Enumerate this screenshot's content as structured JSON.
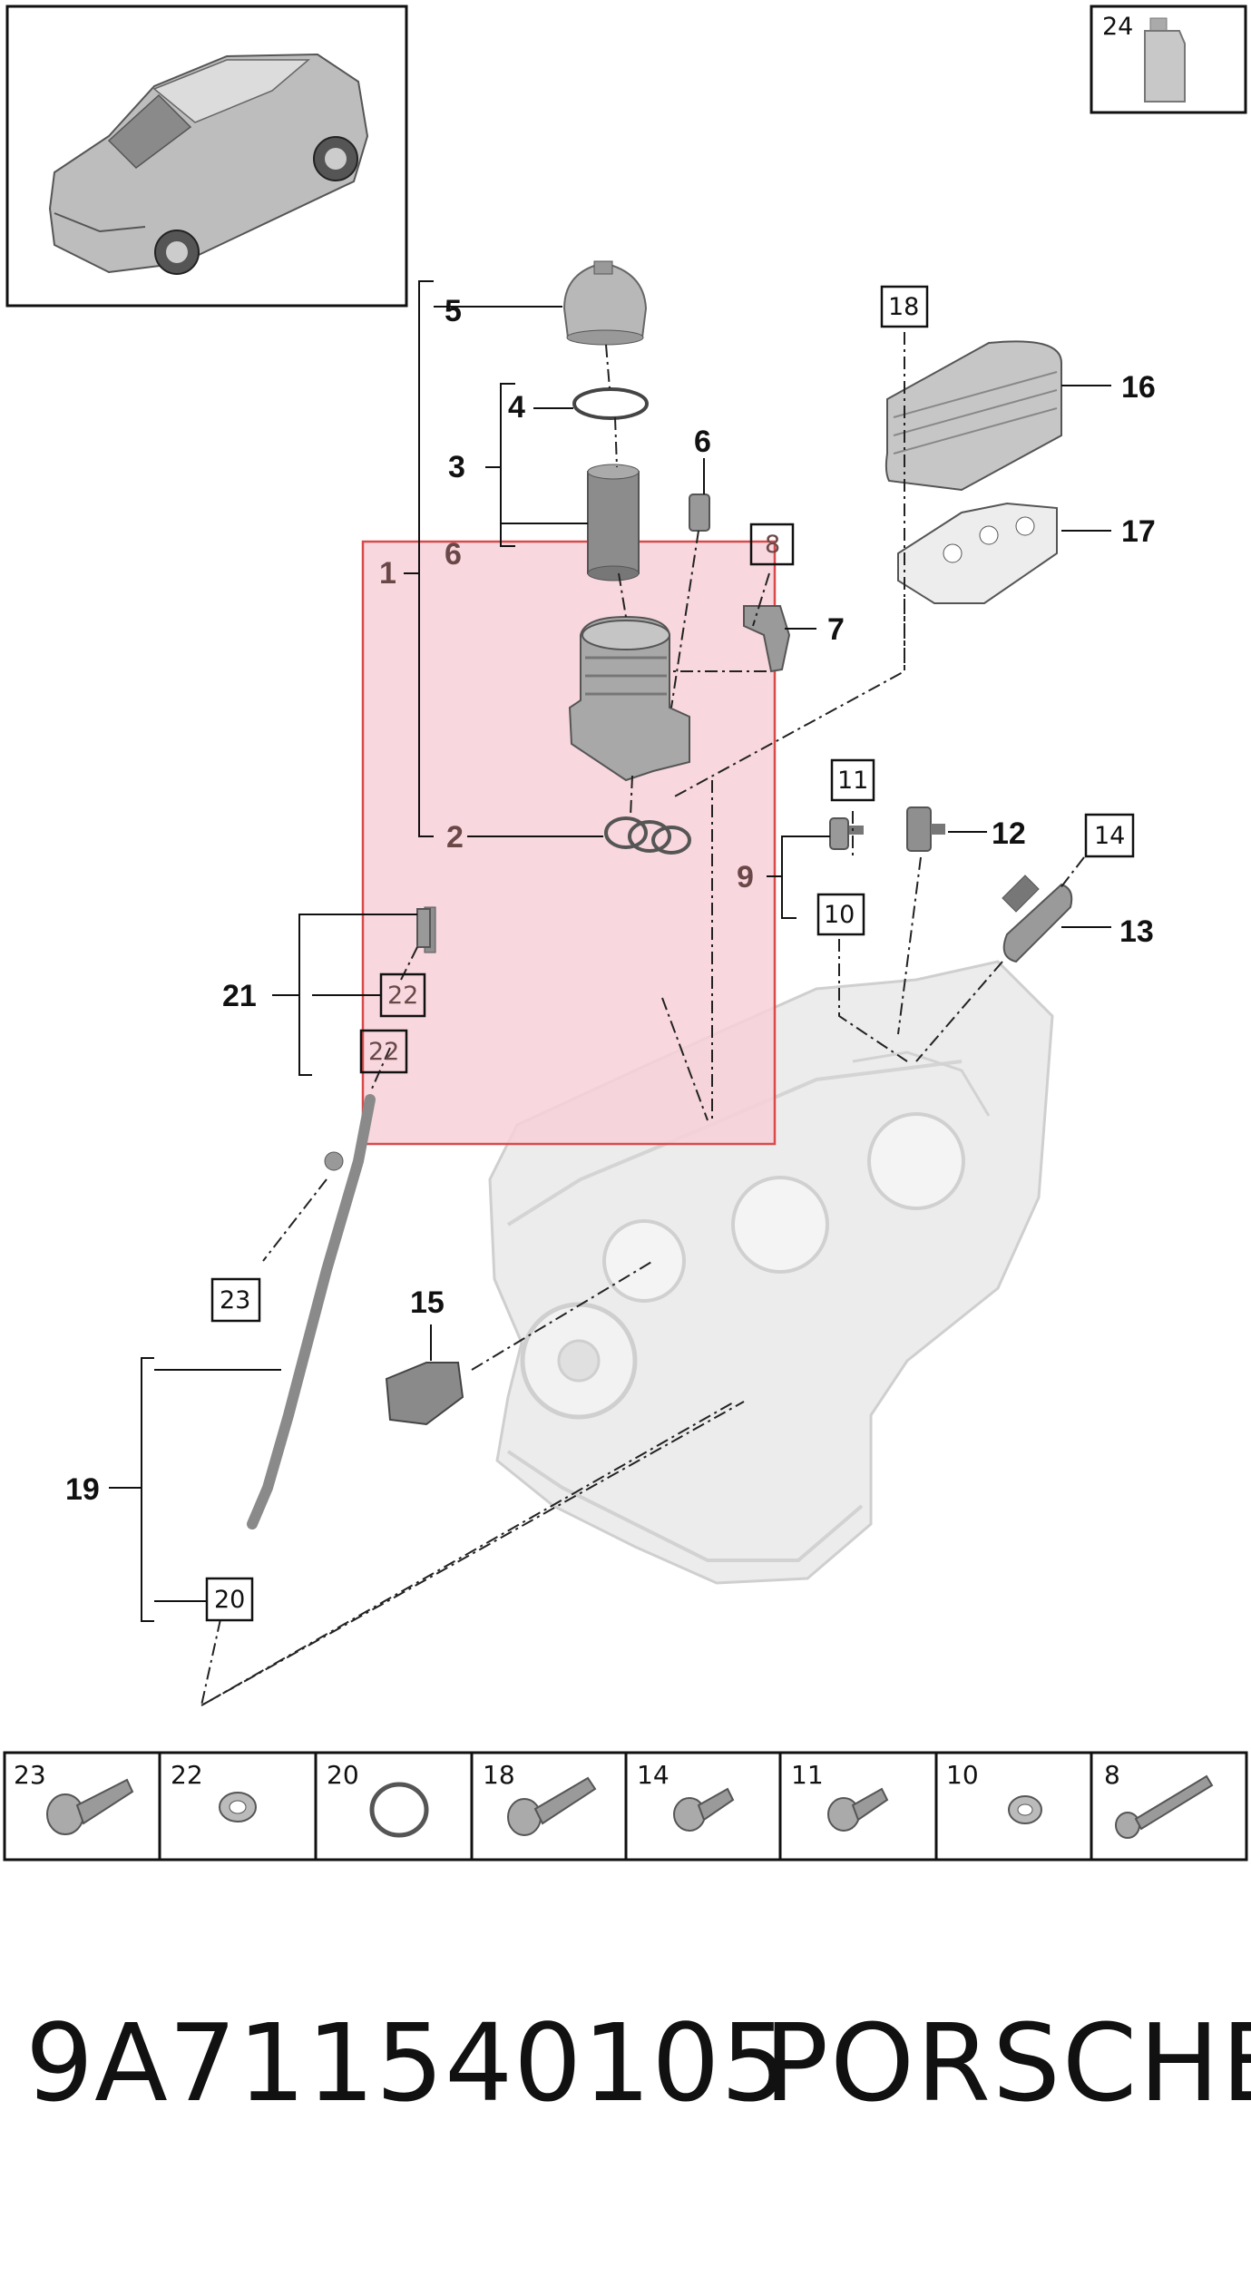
{
  "callouts": {
    "c1": "1",
    "c2": "2",
    "c3": "3",
    "c4": "4",
    "c5": "5",
    "c6": "6",
    "c6b": "6",
    "c7": "7",
    "c9": "9",
    "c12": "12",
    "c13": "13",
    "c15": "15",
    "c16": "16",
    "c17": "17",
    "c19": "19",
    "c21": "21"
  },
  "boxed_callouts": {
    "b8": "8",
    "b10": "10",
    "b11": "11",
    "b14": "14",
    "b18": "18",
    "b20": "20",
    "b22a": "22",
    "b22b": "22",
    "b23": "23",
    "b24": "24"
  },
  "hardware_strip": [
    {
      "number": "23",
      "icon": "flange-bolt-icon"
    },
    {
      "number": "22",
      "icon": "sealing-ring-icon"
    },
    {
      "number": "20",
      "icon": "o-ring-icon"
    },
    {
      "number": "18",
      "icon": "long-bolt-icon"
    },
    {
      "number": "14",
      "icon": "short-bolt-icon"
    },
    {
      "number": "11",
      "icon": "short-bolt-icon"
    },
    {
      "number": "10",
      "icon": "sealing-ring-icon"
    },
    {
      "number": "8",
      "icon": "long-thin-bolt-icon"
    }
  ],
  "footer": {
    "part_number": "9A711540105",
    "brand": "PORSCHE"
  },
  "colors": {
    "highlight_fill": "#f7d0d8",
    "highlight_border": "#d94a4a",
    "part_gray": "#9a9a9a",
    "engine_gray": "#e6e6e6"
  }
}
